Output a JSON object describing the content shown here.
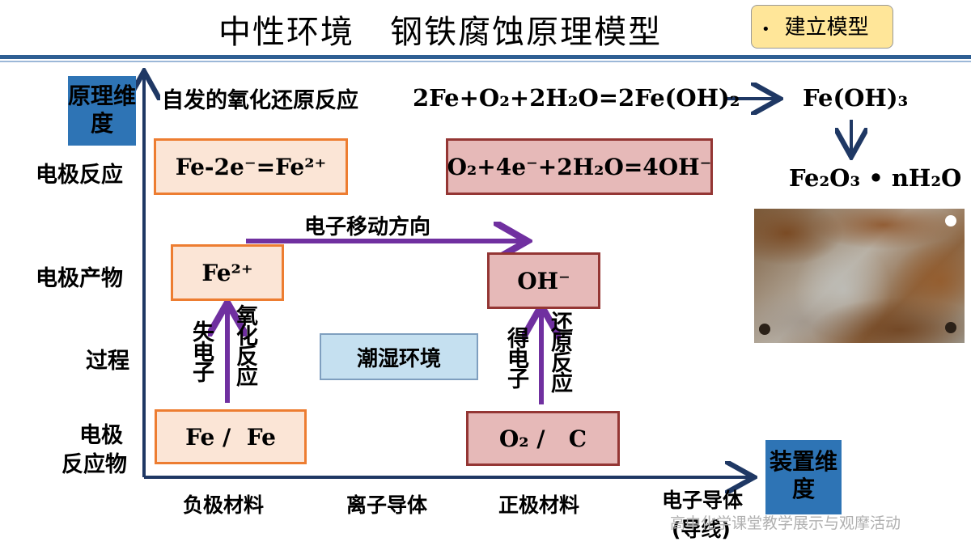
{
  "header": {
    "title": "中性环境   钢铁腐蚀原理模型",
    "badge_bullet": "•",
    "badge_label": "建立模型"
  },
  "axes": {
    "principle_dimension": "原理维度",
    "device_dimension": "装置维度"
  },
  "row_labels": {
    "electrode_reaction": "电极反应",
    "electrode_product": "电极产物",
    "process": "过程",
    "reactant_line1": "电极",
    "reactant_line2": "反应物"
  },
  "column_labels": {
    "negative": "负极材料",
    "ionic": "离子导体",
    "positive": "正极材料",
    "electronic_line1": "电子导体",
    "electronic_line2": "(导线)"
  },
  "redox": {
    "label": "自发的氧化还原反应",
    "main_equation": "2Fe+O₂+2H₂O=2Fe(OH)₂",
    "product1": "Fe(OH)₃",
    "product2": "Fe₂O₃ • nH₂O"
  },
  "reactions": {
    "anode": "Fe-2e⁻=Fe²⁺",
    "cathode": "O₂+4e⁻+2H₂O=4OH⁻"
  },
  "products": {
    "anode": "Fe²⁺",
    "cathode": "OH⁻"
  },
  "electron_flow_label": "电子移动方向",
  "process": {
    "anode_left": "失电子",
    "anode_right": "氧化反应",
    "environment": "潮湿环境",
    "cathode_left": "得电子",
    "cathode_right": "还原反应"
  },
  "reactants": {
    "anode": "Fe /  Fe",
    "cathode": "O₂ /   C"
  },
  "watermark": "高中化学课堂教学展示与观摩活动",
  "colors": {
    "axis": "#1f3864",
    "arrow": "#7030a0",
    "dimension_box": "#2e74b5",
    "orange_border": "#ed7d31",
    "red_border": "#943634"
  }
}
